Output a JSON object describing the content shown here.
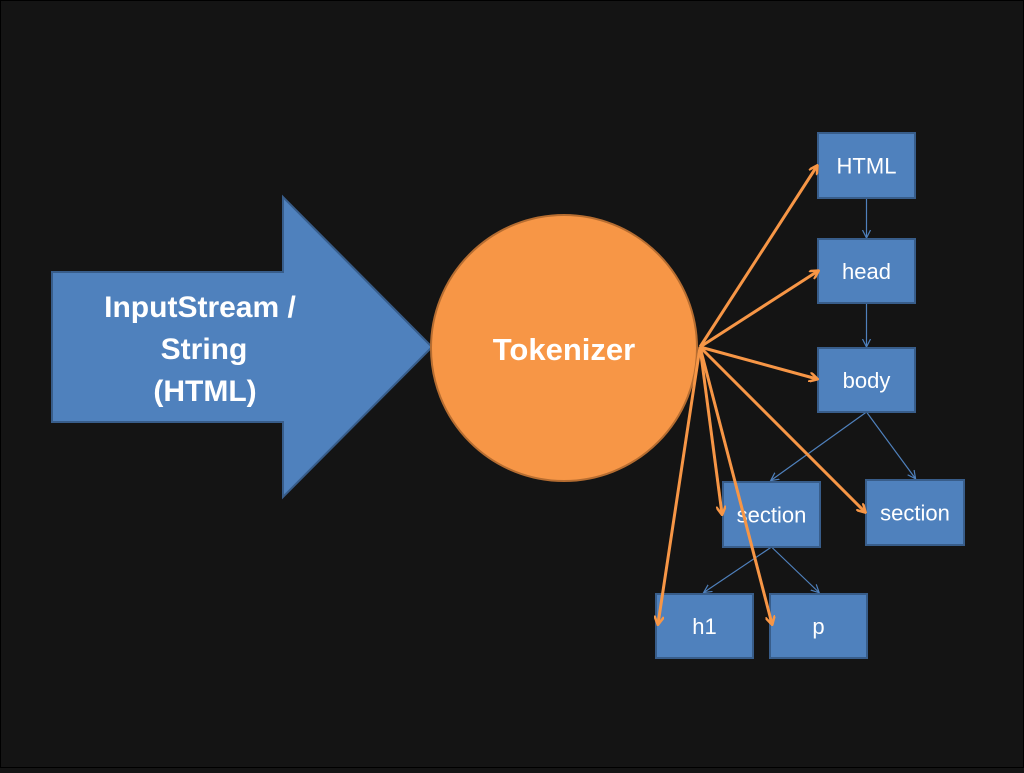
{
  "input_arrow": {
    "lines": [
      "InputStream /",
      "String",
      "(HTML)"
    ]
  },
  "tokenizer": {
    "label": "Tokenizer"
  },
  "nodes": [
    {
      "id": "html",
      "label": "HTML"
    },
    {
      "id": "head",
      "label": "head"
    },
    {
      "id": "body",
      "label": "body"
    },
    {
      "id": "section1",
      "label": "section"
    },
    {
      "id": "section2",
      "label": "section"
    },
    {
      "id": "h1",
      "label": "h1"
    },
    {
      "id": "p",
      "label": "p"
    }
  ],
  "tree_edges": [
    [
      "html",
      "head"
    ],
    [
      "head",
      "body"
    ],
    [
      "body",
      "section1"
    ],
    [
      "body",
      "section2"
    ],
    [
      "section1",
      "h1"
    ],
    [
      "section1",
      "p"
    ]
  ],
  "token_targets": [
    "html",
    "head",
    "body",
    "section1",
    "section2",
    "h1",
    "p"
  ],
  "colors": {
    "background": "#141414",
    "blue_fill": "#4f81bd",
    "blue_stroke": "#385d8a",
    "orange_fill": "#f79646",
    "orange_arrow": "#f79646",
    "text_white": "#ffffff"
  }
}
